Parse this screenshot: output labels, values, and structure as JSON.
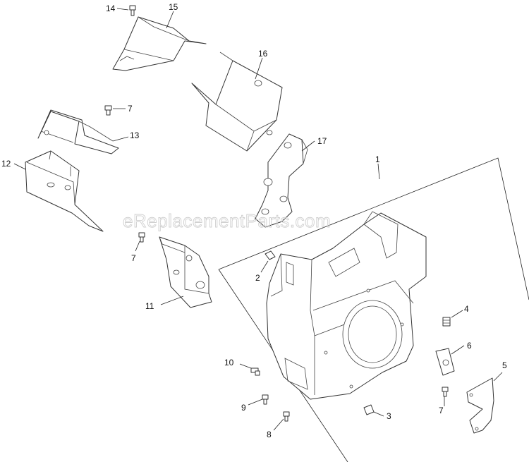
{
  "watermark": "eReplacementParts.com",
  "callouts": {
    "c1": "1",
    "c2": "2",
    "c3": "3",
    "c4": "4",
    "c5": "5",
    "c6": "6",
    "c7a": "7",
    "c7b": "7",
    "c7c": "7",
    "c8": "8",
    "c9": "9",
    "c10": "10",
    "c11": "11",
    "c12": "12",
    "c13": "13",
    "c14": "14",
    "c15": "15",
    "c16": "16",
    "c17": "17"
  }
}
